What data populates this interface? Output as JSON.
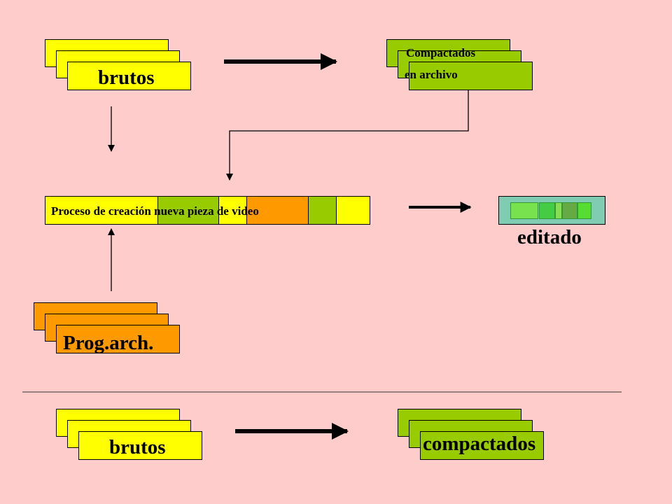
{
  "top_raw": {
    "label": "brutos"
  },
  "top_compacted": {
    "label_line1": "Compactados",
    "label_line2": "en archivo"
  },
  "process": {
    "label": "Proceso de creación nueva pieza de video"
  },
  "edited": {
    "label": "editado"
  },
  "archive": {
    "label": "Prog.arch."
  },
  "bottom_raw": {
    "label": "brutos"
  },
  "bottom_compacted": {
    "label": "compactados"
  },
  "colors": {
    "background": "#FFCCCC",
    "raw": "#FFFF00",
    "compacted": "#99CC00",
    "archive": "#FF9900",
    "edited_bg": "#7FCCB2",
    "edited_segments": [
      "#77E24D",
      "#44CC44",
      "#88DD55",
      "#66AA44",
      "#55DD33"
    ]
  }
}
